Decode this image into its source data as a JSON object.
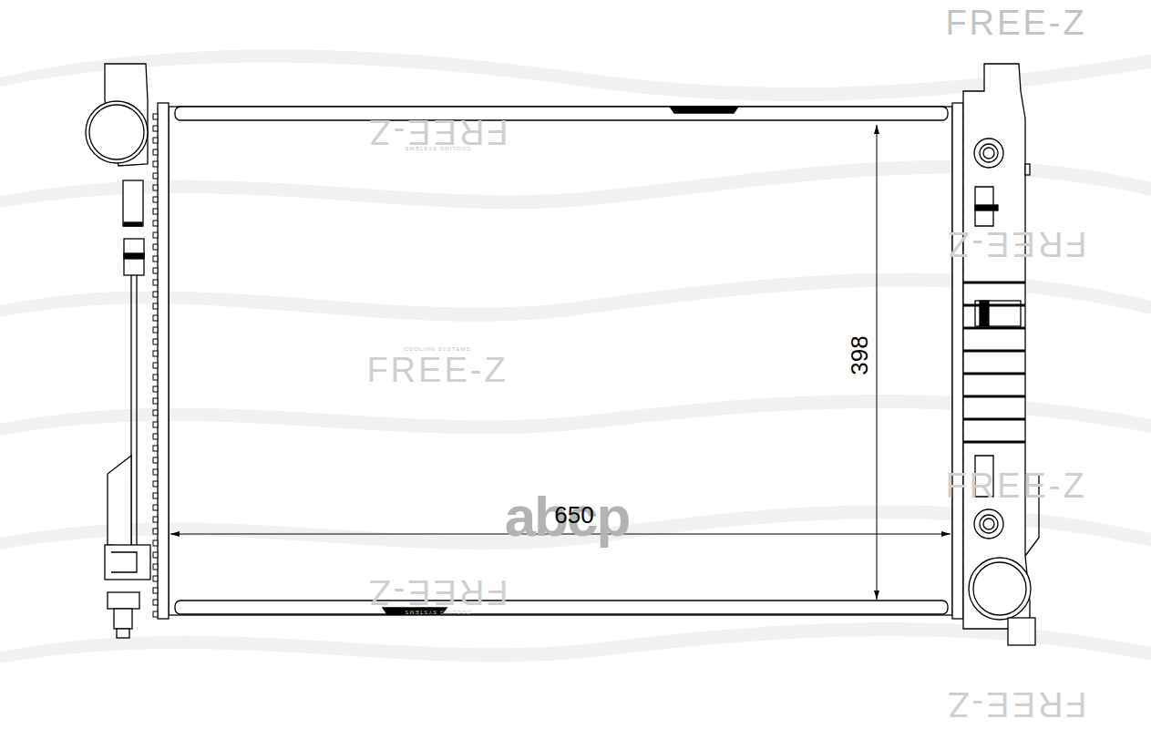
{
  "diagram": {
    "labels": [
      "FREE-Z",
      "FREE-Z",
      "COOLING SYSTEMS",
      "FREE-Z",
      "COOLING SYSTEMS",
      "FREE-Z",
      "398",
      "FREE-Z",
      "abcp",
      "650",
      "FREE-Z",
      "COOLING SYSTEMS",
      "FREE-Z"
    ]
  }
}
